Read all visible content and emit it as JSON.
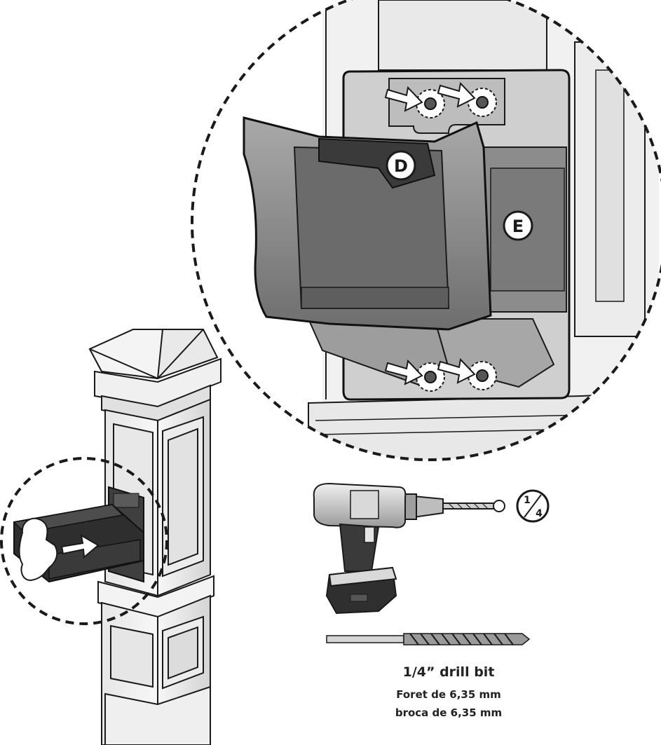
{
  "callouts": {
    "d": "D",
    "e": "E"
  },
  "drill_bit_size": {
    "numerator": "1",
    "denominator": "4"
  },
  "caption": {
    "main": "1/4” drill bit",
    "french": "Foret de 6,35 mm",
    "spanish": "broca de 6,35 mm"
  },
  "icons": [
    "post-illustration",
    "mailbox-bracket-detail",
    "drill-icon",
    "drill-bit-icon",
    "hand-icon",
    "arrow-icon"
  ],
  "colors": {
    "outline": "#1a1a1a",
    "bracket_dark": "#4a4a4a",
    "panel_gray": "#8c8c8c",
    "post_white": "#f2f2f2"
  }
}
